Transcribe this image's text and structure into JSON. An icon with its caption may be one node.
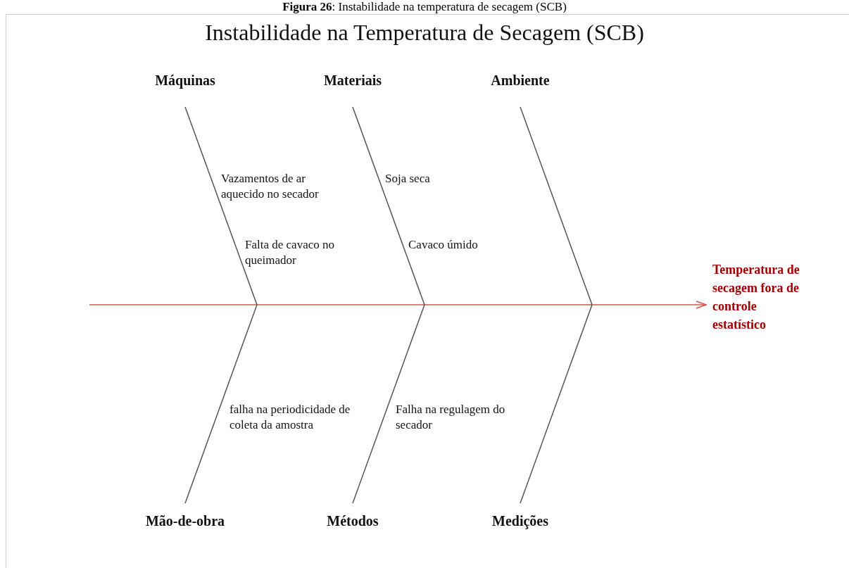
{
  "diagram": {
    "title": "Instabilidade na Temperatura de Secagem (SCB)",
    "caption": "**Figura 26**: Instabilidade na temperatura de secagem (SCB)",
    "nodes": [
      {
        "text": [
          "Máquinas"
        ]
      },
      {
        "text": [
          "Materiais"
        ]
      },
      {
        "text": [
          "Ambiente"
        ]
      },
      {
        "text": [
          "Temperatura de secagem fora de controle estatístico"
        ]
      },
      {
        "text": [
          "Mão-de-obra"
        ]
      },
      {
        "text": [
          "Métodos"
        ]
      },
      {
        "text": [
          "Medições"
        ]
      }
    ],
    "edges": [
      {
        "from": null,
        "to": 3,
        "arrow": "to",
        "color": "#d9534f"
      },
      {
        "from": 0,
        "to": null,
        "arrow": "none"
      },
      {
        "from": 1,
        "to": null,
        "arrow": "none"
      },
      {
        "from": 2,
        "to": null,
        "arrow": "none"
      },
      {
        "from": 4,
        "to": null,
        "arrow": "none"
      },
      {
        "from": 5,
        "to": null,
        "arrow": "none"
      },
      {
        "from": 6,
        "to": null,
        "arrow": "none"
      }
    ],
    "labels": [
      "Vazamentos de ar aquecido no secador",
      "Soja seca",
      "Falta de cavaco no queimador",
      "Cavaco úmido",
      "falha na periodicidade de coleta da amostra",
      "Falha na regulagem do secador"
    ]
  }
}
